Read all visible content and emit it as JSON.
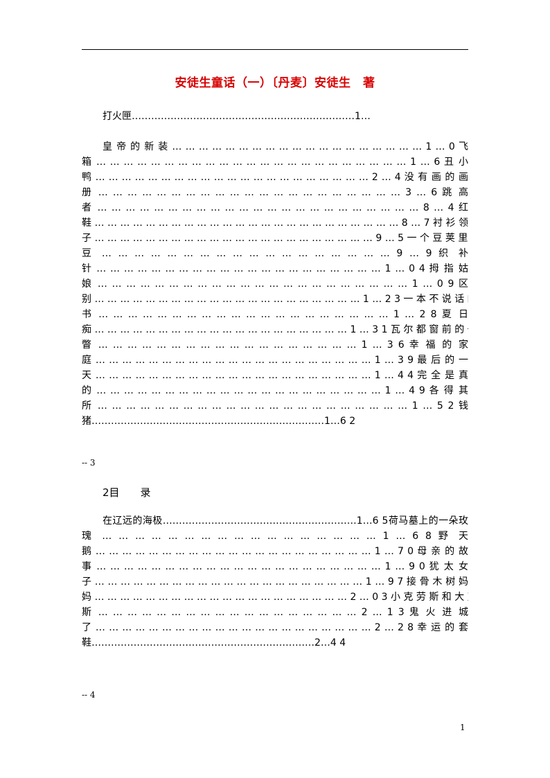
{
  "document": {
    "title": "安徒生童话（一）〔丹麦〕安徒生　著",
    "toc_block_1": {
      "first_line": "打火匣……………………………………………………………1…",
      "lines": [
        "皇 帝 的 新 装 … … … … … … … … … … … … … … … … … … … 1 … 0 飞",
        "箱 … … … … … … … … … … … … … … … … … … … … … … … 1 … 6 丑 小",
        "鸭 … … … … … … … … … … … … … … … … … … … … … 2 … 4 没 有 画 的 画",
        "册 … … … … … … … … … … … … … … … … … … … … … 3 … 6 跳 高",
        "者 … … … … … … … … … … … … … … … … … … … … … … … 8 … 4 红",
        "鞋 … … … … … … … … … … … … … … … … … … … … … … … … 8 … 7 衬 衫 领",
        "子 … … … … … … … … … … … … … … … … … … … … … … 9 … 5 一 个 豆 荚 里 的 五 粒",
        "豆 … … … … … … … … … … … … … … … … … … 9 … 9 织 补",
        "针 … … … … … … … … … … … … … … … … … … … … … 1 … 0 4 拇 指 姑",
        "娘 … … … … … … … … … … … … … … … … … … … … … … 1 … 0 9 区",
        "别 … … … … … … … … … … … … … … … … … … … … … 1 … 2 3 一 本 不 说 话 的",
        "书 … … … … … … … … … … … … … … … … … … … … 1 … 2 8 夏 日",
        "痴 … … … … … … … … … … … … … … … … … … … … 1 … 3 1 瓦 尔 都 窗 前 的 一",
        "瞥 … … … … … … … … … … … … … … … … … … 1 … 3 6 幸 福 的 家",
        "庭 … … … … … … … … … … … … … … … … … … … … … 1 … 3 9 最 后 的 一",
        "天 … … … … … … … … … … … … … … … … … … … … … 1 … 4 4 完 全 是 真",
        "的 … … … … … … … … … … … … … … … … … … … … … 1 … 4 9 各 得 其",
        "所 … … … … … … … … … … … … … … … … … … … … … … 1 … 5 2 钱"
      ],
      "last_line": "猪………………………………………………………………1…6 2"
    },
    "page_marker_1": "-- 3",
    "section_heading": "2目　　录",
    "toc_block_2": {
      "lines": [
        "在辽远的海极……………………………………………………1…6 5荷马墓上的一朵玫",
        "瑰 … … … … … … … … … … … … … … … … … 1 … 6 8 野 天",
        "鹅 … … … … … … … … … … … … … … … … … … … … … 1 … 7 0 母 亲 的 故",
        "事 … … … … … … … … … … … … … … … … … … … … … 1 … 9 0 犹 太 女",
        "子 … … … … … … … … … … … … … … … … … … … … … 1 … 9 7 接 骨 木 树 妈",
        "妈 … … … … … … … … … … … … … … … … … … … … 2 … 0 3 小 克 劳 斯 和 大 克 劳",
        "斯 … … … … … … … … … … … … … … … … … … 2 … 1 3 鬼 火 进 城",
        "了 … … … … … … … … … … … … … … … … … … … … … 2 … 2 8 幸 运 的 套"
      ],
      "last_line": "鞋……………………………………………………………2…4 4"
    },
    "page_marker_2": "-- 4",
    "page_number": "1"
  },
  "colors": {
    "title": "#d80000",
    "text": "#000000",
    "background": "#ffffff"
  }
}
